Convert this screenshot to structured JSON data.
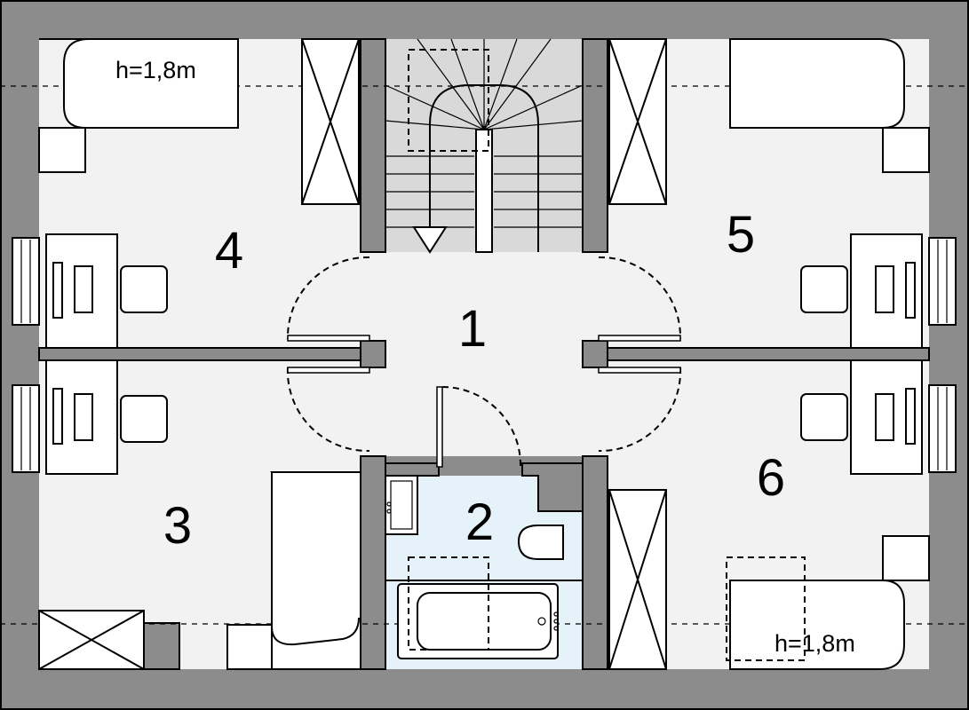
{
  "rooms": [
    {
      "number": "1"
    },
    {
      "number": "2"
    },
    {
      "number": "3"
    },
    {
      "number": "4"
    },
    {
      "number": "5"
    },
    {
      "number": "6"
    }
  ],
  "height_notes": [
    "h=1,8m",
    "h=1,8m"
  ],
  "colors": {
    "wall": "#8c8c8c",
    "floor": "#f2f2f2",
    "bathroom": "#e6f2fa",
    "stair": "#d9d9d9"
  }
}
